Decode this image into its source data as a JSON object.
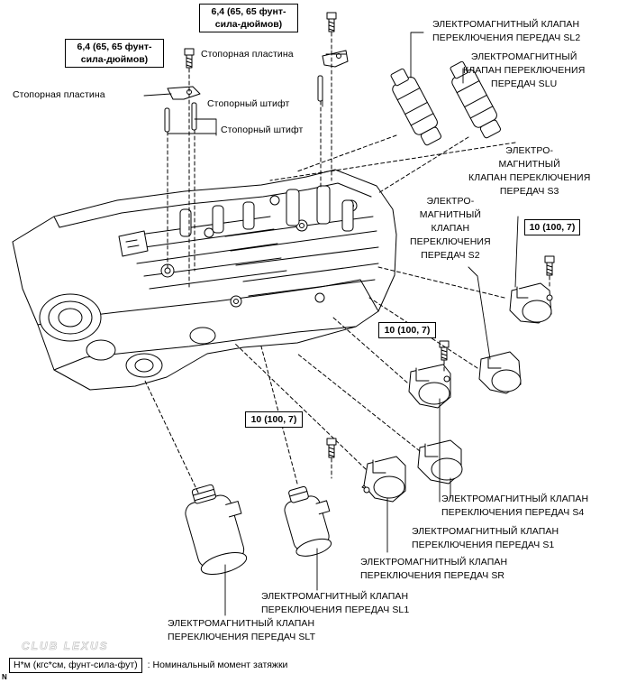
{
  "torque_top": "6,4 (65, 65 фунт-\nсила-дюймов)",
  "torque_left": "6,4 (65, 65 фунт-\nсила-дюймов)",
  "torque_s3": "10 (100, 7)",
  "torque_s1": "10 (100, 7)",
  "torque_sr": "10 (100, 7)",
  "label_plate_right": "Стопорная пластина",
  "label_plate_left": "Стопорная пластина",
  "label_pin_right": "Стопорный штифт",
  "label_pin_left": "Стопорный штифт",
  "label_sl2": "ЭЛЕКТРОМАГНИТНЫЙ КЛАПАН\nПЕРЕКЛЮЧЕНИЯ ПЕРЕДАЧ SL2",
  "label_slu": "ЭЛЕКТРОМАГНИТНЫЙ\nКЛАПАН ПЕРЕКЛЮЧЕНИЯ\nПЕРЕДАЧ SLU",
  "label_s3": "ЭЛЕКТРО-\nМАГНИТНЫЙ\nКЛАПАН ПЕРЕКЛЮЧЕНИЯ\nПЕРЕДАЧ S3",
  "label_s2": "ЭЛЕКТРО-\nМАГНИТНЫЙ\nКЛАПАН\nПЕРЕКЛЮЧЕНИЯ\nПЕРЕДАЧ S2",
  "label_s4": "ЭЛЕКТРОМАГНИТНЫЙ КЛАПАН\nПЕРЕКЛЮЧЕНИЯ ПЕРЕДАЧ S4",
  "label_s1": "ЭЛЕКТРОМАГНИТНЫЙ КЛАПАН\nПЕРЕКЛЮЧЕНИЯ ПЕРЕДАЧ S1",
  "label_sr": "ЭЛЕКТРОМАГНИТНЫЙ КЛАПАН\nПЕРЕКЛЮЧЕНИЯ ПЕРЕДАЧ SR",
  "label_sl1": "ЭЛЕКТРОМАГНИТНЫЙ КЛАПАН\nПЕРЕКЛЮЧЕНИЯ ПЕРЕДАЧ SL1",
  "label_slt": "ЭЛЕКТРОМАГНИТНЫЙ КЛАПАН\nПЕРЕКЛЮЧЕНИЯ ПЕРЕДАЧ SLT",
  "legend_box": "Н*м (кгс*см, фунт-сила-фут)",
  "legend_text": ": Номинальный момент затяжки",
  "watermark": "CLUB LEXUS",
  "figure_code": "N"
}
